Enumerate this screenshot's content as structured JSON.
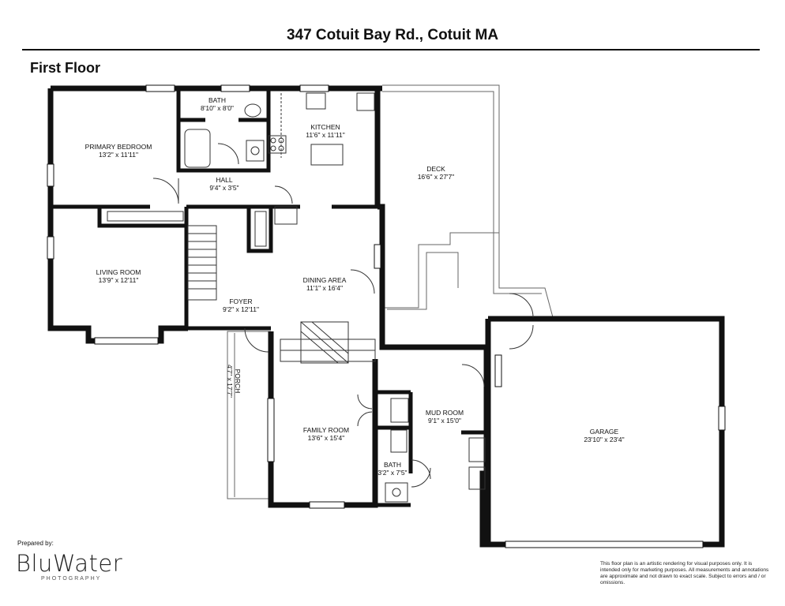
{
  "header": {
    "address": "347 Cotuit Bay Rd., Cotuit MA",
    "floor_label": "First Floor"
  },
  "rooms": [
    {
      "name": "BATH",
      "dims": "8'10\" x 8'0\""
    },
    {
      "name": "KITCHEN",
      "dims": "11'6\" x 11'11\""
    },
    {
      "name": "PRIMARY BEDROOM",
      "dims": "13'2\" x 11'11\""
    },
    {
      "name": "HALL",
      "dims": "9'4\" x 3'5\""
    },
    {
      "name": "DECK",
      "dims": "16'6\" x 27'7\""
    },
    {
      "name": "LIVING ROOM",
      "dims": "13'9\" x 12'11\""
    },
    {
      "name": "DINING AREA",
      "dims": "11'1\" x 16'4\""
    },
    {
      "name": "FOYER",
      "dims": "9'2\" x 12'11\""
    },
    {
      "name": "PORCH",
      "dims": "4'7\" x 17'7\""
    },
    {
      "name": "FAMILY ROOM",
      "dims": "13'6\" x 15'4\""
    },
    {
      "name": "MUD ROOM",
      "dims": "9'1\" x 15'0\""
    },
    {
      "name": "BATH",
      "dims": "3'2\" x 7'5\""
    },
    {
      "name": "GARAGE",
      "dims": "23'10\" x 23'4\""
    }
  ],
  "footer": {
    "prepared_by": "Prepared by:",
    "logo_text": "BluWater",
    "logo_sub": "PHOTOGRAPHY",
    "disclaimer": "This floor plan is an artistic rendering for visual purposes only. It is intended only for marketing purposes. All measurements and annotations are approximate and not drawn to exact scale. Subject to errors and / or omissions."
  }
}
